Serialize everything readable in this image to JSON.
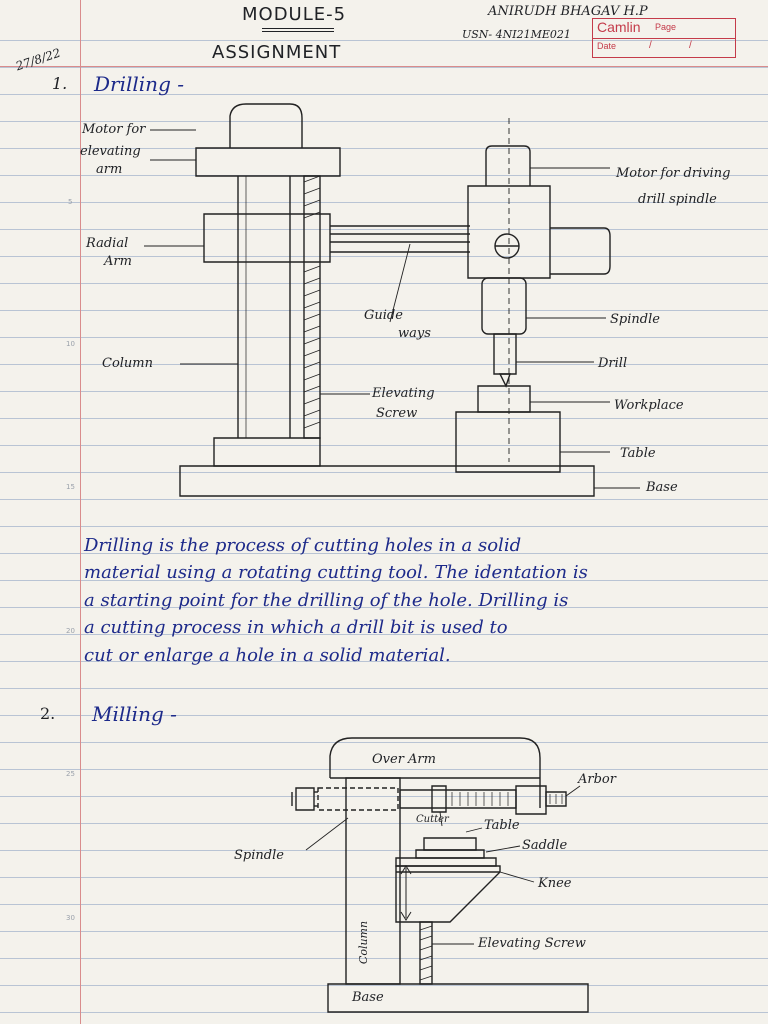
{
  "header": {
    "module_title": "MODULE-5",
    "assignment_title": "ASSIGNMENT",
    "student_name": "ANIRUDH BHAGAV H.P",
    "usn": "USN- 4NI21ME021",
    "date_margin": "27/8/22"
  },
  "notebook": {
    "brand": "Camlin",
    "page_label": "Page",
    "date_label": "Date",
    "date_slash": "/",
    "line_numbers": [
      "5",
      "10",
      "15",
      "20",
      "25",
      "30"
    ]
  },
  "section1": {
    "number": "1.",
    "title": "Drilling -",
    "labels": {
      "motor_elevating_arm": [
        "Motor for",
        "elevating",
        "arm"
      ],
      "motor_drill_spindle": [
        "Motor for driving",
        "drill spindle"
      ],
      "radial_arm": [
        "Radial",
        "Arm"
      ],
      "guide_ways": [
        "Guide",
        "ways"
      ],
      "spindle": "Spindle",
      "column": "Column",
      "drill": "Drill",
      "elevating_screw": [
        "Elevating",
        "Screw"
      ],
      "workpiece": "Workplace",
      "table": "Table",
      "base": "Base"
    },
    "paragraph": [
      "Drilling is the process of cutting holes in a solid",
      "material using a rotating cutting tool. The identation is",
      "a starting point for the drilling of the hole. Drilling is",
      "a cutting process in which a drill bit is used to",
      "cut or enlarge a hole in a solid material."
    ]
  },
  "section2": {
    "number": "2.",
    "title": "Milling -",
    "labels": {
      "over_arm": "Over Arm",
      "arbor": "Arbor",
      "cutter": "Cutter",
      "table": "Table",
      "saddle": "Saddle",
      "spindle": "Spindle",
      "knee": "Knee",
      "column": "Column",
      "elevating_screw": "Elevating Screw",
      "base": "Base"
    }
  }
}
